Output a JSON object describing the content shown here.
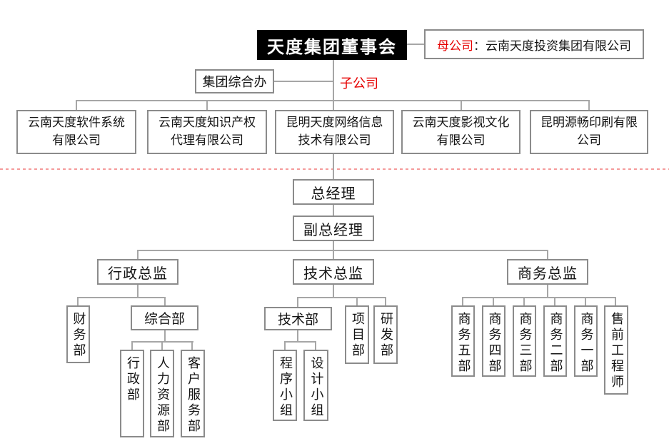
{
  "colors": {
    "accent_red": "#e60000",
    "line_gray": "#a6a6a6",
    "divider_pink": "#f59a9a",
    "board_bg": "#000000"
  },
  "board": {
    "label": "天度集团董事会"
  },
  "parent_company": {
    "label": "母公司",
    "rest": "：云南天度投资集团有限公司"
  },
  "group_office": {
    "label": "集团综合办"
  },
  "subsidiary_label": "子公司",
  "subsidiaries": [
    {
      "line1": "云南天度软件系统",
      "line2": "有限公司"
    },
    {
      "line1": "云南天度知识产权",
      "line2": "代理有限公司"
    },
    {
      "line1": "昆明天度网络信息",
      "line2": "技术有限公司"
    },
    {
      "line1": "云南天度影视文化",
      "line2": "有限公司"
    },
    {
      "line1": "昆明源畅印刷有限",
      "line2": "公司"
    }
  ],
  "management": {
    "general_manager": "总经理",
    "deputy_general_manager": "副总经理"
  },
  "directors": {
    "admin": "行政总监",
    "tech": "技术总监",
    "business": "商务总监"
  },
  "admin_branch": {
    "finance": "财务部",
    "general_affairs": "综合部",
    "departments": [
      "行政部",
      "人力资源部",
      "客户服务部"
    ]
  },
  "tech_branch": {
    "tech_dept": "技术部",
    "teams": [
      "程序小组",
      "设计小组"
    ],
    "project_dept": "项目部",
    "rnd_dept": "研发部"
  },
  "business_branch": {
    "departments": [
      "商务五部",
      "商务四部",
      "商务三部",
      "商务二部",
      "商务一部",
      "售前工程师"
    ]
  }
}
